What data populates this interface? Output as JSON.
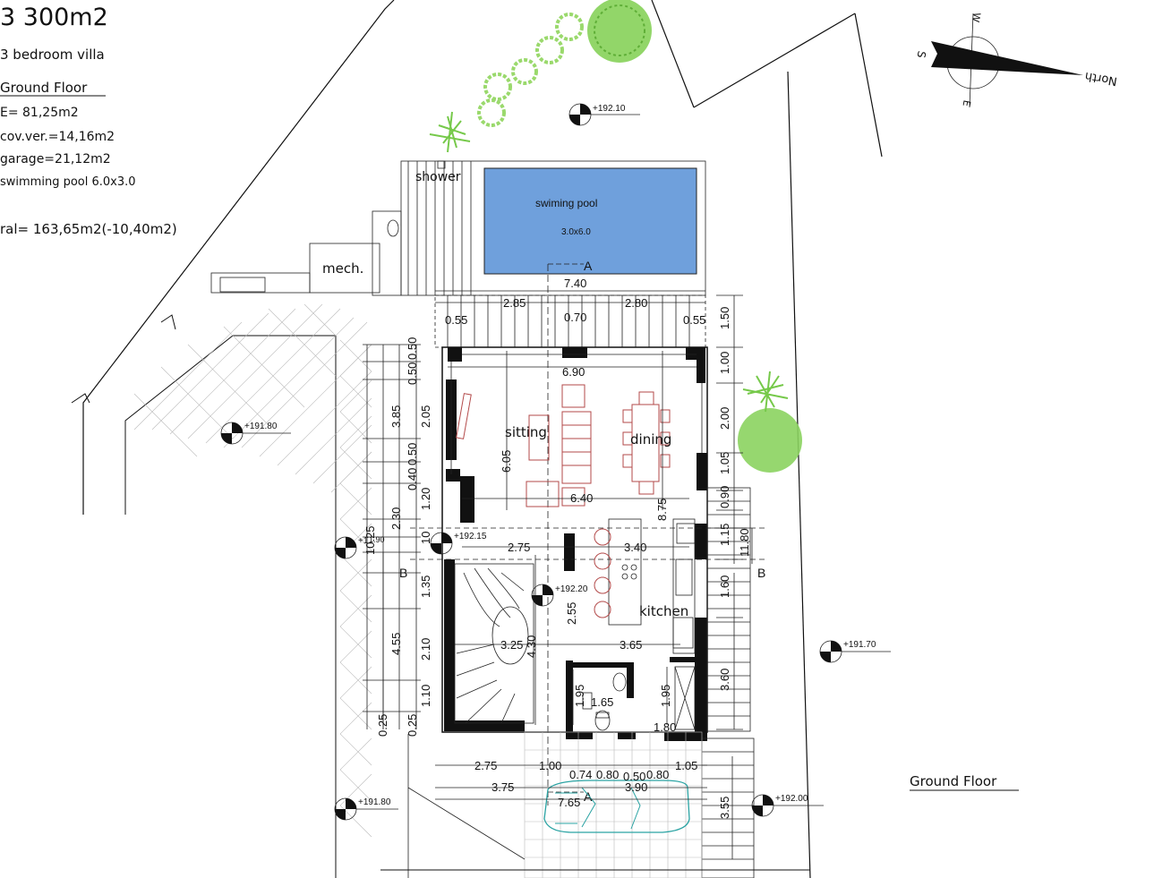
{
  "header": {
    "title": "3  300m2",
    "subtitle": "3 bedroom villa",
    "floor_heading": "Ground Floor",
    "areas": [
      "E= 81,25m2",
      "cov.ver.=14,16m2",
      "garage=21,12m2",
      "swimming pool 6.0x3.0"
    ],
    "total": "ral= 163,65m2(-10,40m2)"
  },
  "compass": {
    "north": "North",
    "south": "S",
    "east": "E",
    "west": "W"
  },
  "rooms": {
    "pool_name": "swiming pool",
    "pool_size": "3.0x6.0",
    "shower": "shower",
    "mech": "mech.",
    "sitting": "sitting",
    "dining": "dining",
    "kitchen": "kitchen"
  },
  "levels": {
    "top": "+192.10",
    "left": "+191.80",
    "right": "+191.70",
    "center": "+192.20",
    "entry": "+192.15",
    "bottom_left": "+191.80",
    "bottom_right": "+192.00",
    "side": "+1",
    "side2": "1.90"
  },
  "section_marks": {
    "a_top": "A",
    "a_bottom": "A",
    "b_left": "B",
    "b_right": "B"
  },
  "bottom_label": "Ground Floor",
  "dimensions": {
    "top_total": "7.40",
    "top_left": "2.85",
    "top_right": "2.80",
    "top_mid": "0.70",
    "top_l_edge": "0.55",
    "top_r_edge": "0.55",
    "living_width": "6.90",
    "living_inner": "6.40",
    "living_depth": "6.05",
    "kitchen_left": "2.75",
    "kitchen_right": "3.40",
    "stair_width": "3.25",
    "wc_width": "3.65",
    "kitchen_depth": "2.55",
    "stair_depth": "4.30",
    "total_depth": "8.75",
    "wc_h1": "1.95",
    "wc_h2": "1.95",
    "wc_w": "1.65",
    "wc_w2": "1.80",
    "g_275": "2.75",
    "g_100": "1.00",
    "g_074": "0.74",
    "g_080a": "0.80",
    "g_050": "0.50",
    "g_080b": "0.80",
    "g_105": "1.05",
    "g_375": "3.75",
    "g_390": "3.90",
    "g_765": "7.65",
    "g_355": "3.55",
    "r_150": "1.50",
    "r_100": "1.00",
    "r_200": "2.00",
    "r_105": "1.05",
    "r_090": "0.90",
    "r_115": "1.15",
    "r_1180": "11.80",
    "r_160": "1.60",
    "r_360": "3.60",
    "l_050a": "0.50",
    "l_050b": "0.50",
    "l_385": "3.85",
    "l_205": "2.05",
    "l_050c": "0.50",
    "l_040": "0.40",
    "l_120": "1.20",
    "l_230": "2.30",
    "l_10": "10",
    "l_135": "1.35",
    "l_455": "4.55",
    "l_210": "2.10",
    "l_110": "1.10",
    "l_025a": "0.25",
    "l_025b": "0.25",
    "l_1025": "10.25"
  },
  "colors": {
    "pool": "#6fa0dc",
    "tree": "#8bd35f",
    "furniture": "#b34a4a",
    "car": "#2aa3a3"
  }
}
